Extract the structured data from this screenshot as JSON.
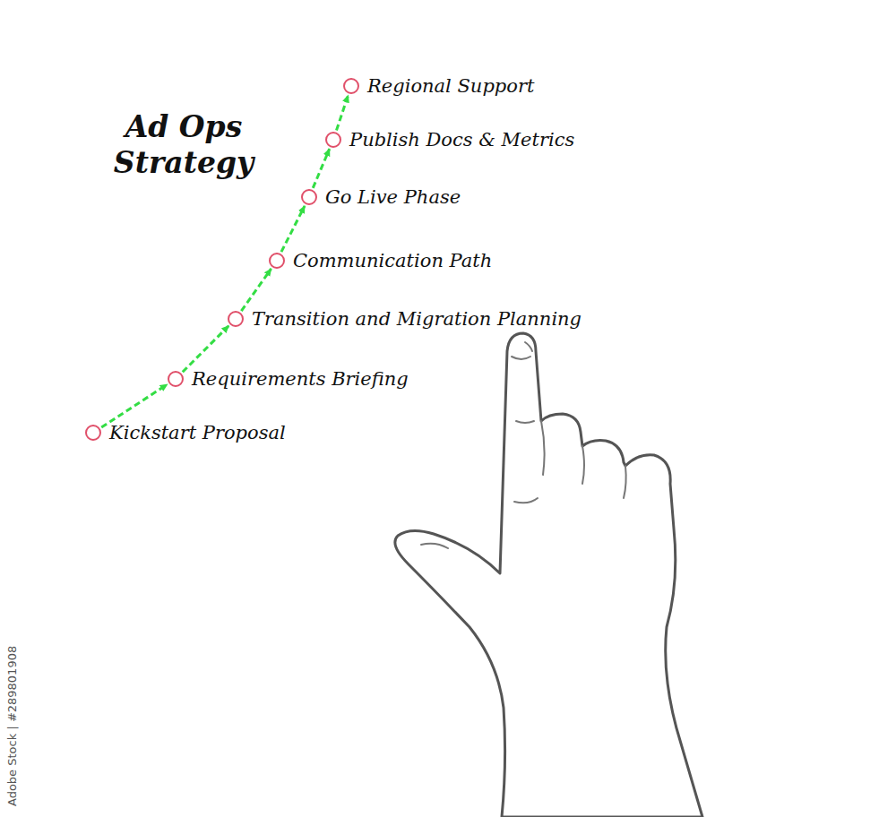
{
  "diagram": {
    "title": "Ad Ops Strategy",
    "nodes": [
      {
        "text": [
          "Kickstart Proposal"
        ]
      },
      {
        "text": [
          "Requirements Briefing"
        ]
      },
      {
        "text": [
          "Transition and Migration Planning"
        ]
      },
      {
        "text": [
          "Communication Path"
        ]
      },
      {
        "text": [
          "Go Live Phase"
        ]
      },
      {
        "text": [
          "Publish Docs & Metrics"
        ]
      },
      {
        "text": [
          "Regional Support"
        ]
      }
    ],
    "edges": [
      {
        "from": 0,
        "to": 1,
        "arrow": "to"
      },
      {
        "from": 1,
        "to": 2,
        "arrow": "to"
      },
      {
        "from": 2,
        "to": 3,
        "arrow": "to"
      },
      {
        "from": 3,
        "to": 4,
        "arrow": "to"
      },
      {
        "from": 4,
        "to": 5,
        "arrow": "to"
      },
      {
        "from": 5,
        "to": 6,
        "arrow": "to"
      }
    ],
    "labels": [
      "Adobe Stock | #289801908"
    ]
  }
}
